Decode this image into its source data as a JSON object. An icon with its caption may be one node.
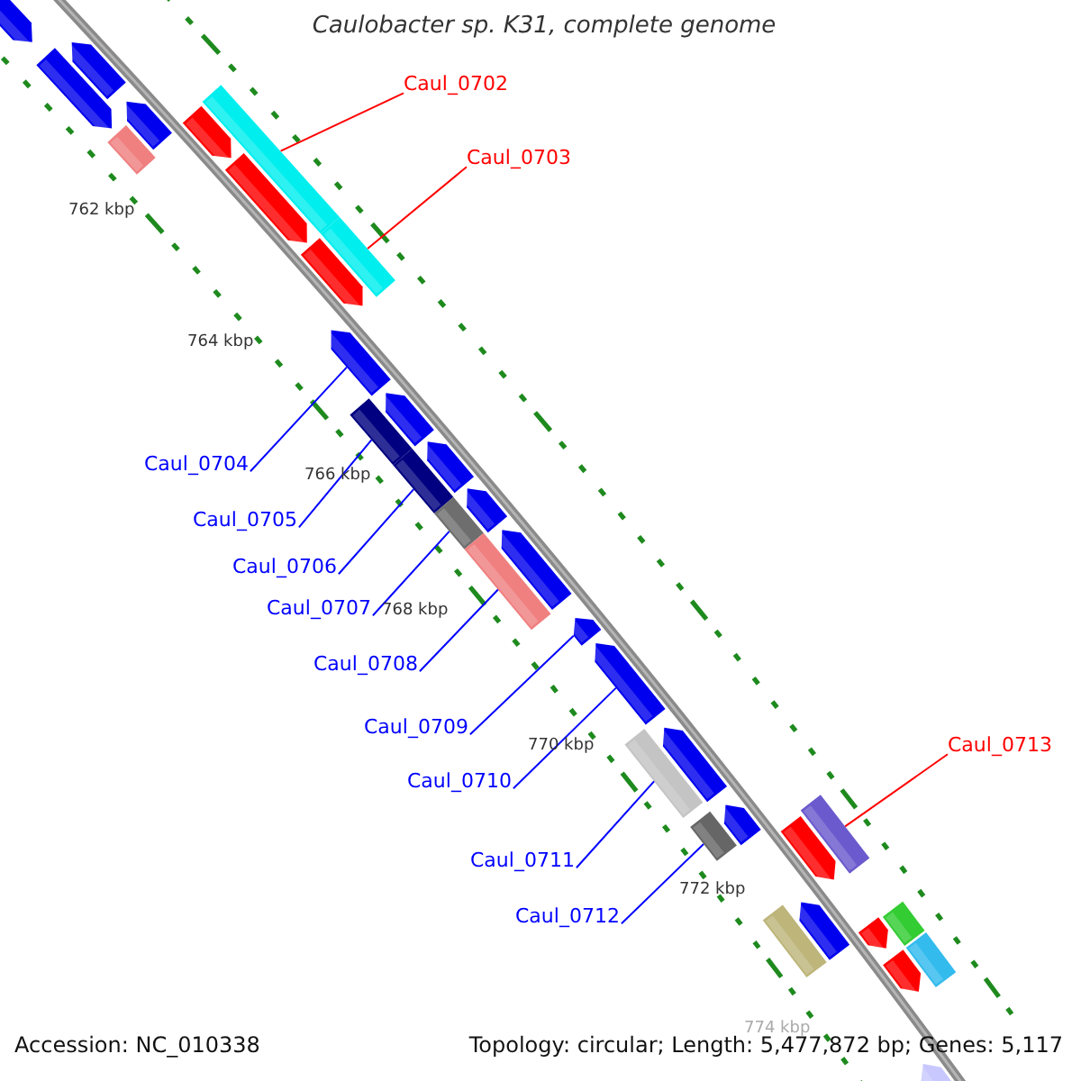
{
  "diagram": {
    "title": "Caulobacter sp. K31, complete genome",
    "nodes": [
      {
        "text": [
          "Caul_0702"
        ]
      },
      {
        "text": [
          "Caul_0703"
        ]
      },
      {
        "text": [
          "Caul_0704"
        ]
      },
      {
        "text": [
          "Caul_0705"
        ]
      },
      {
        "text": [
          "Caul_0706"
        ]
      },
      {
        "text": [
          "Caul_0707"
        ]
      },
      {
        "text": [
          "Caul_0708"
        ]
      },
      {
        "text": [
          "Caul_0709"
        ]
      },
      {
        "text": [
          "Caul_0710"
        ]
      },
      {
        "text": [
          "Caul_0711"
        ]
      },
      {
        "text": [
          "Caul_0712"
        ]
      },
      {
        "text": [
          "Caul_0713"
        ]
      },
      {
        "text": [],
        "shape": "pentagon"
      },
      {
        "text": [],
        "shape": "pentagon"
      },
      {
        "text": [],
        "shape": "pentagon"
      },
      {
        "text": [],
        "shape": "box"
      },
      {
        "text": [],
        "shape": "pentagon"
      },
      {
        "text": [],
        "shape": "pentagon"
      },
      {
        "text": [],
        "shape": "box"
      },
      {
        "text": [],
        "shape": "pentagon"
      },
      {
        "text": [],
        "shape": "box"
      },
      {
        "text": [],
        "shape": "pentagon"
      },
      {
        "text": [],
        "shape": "pentagon"
      },
      {
        "text": [],
        "shape": "pentagon"
      },
      {
        "text": [],
        "shape": "box"
      },
      {
        "text": [],
        "shape": "pentagon"
      },
      {
        "text": [],
        "shape": "box"
      },
      {
        "text": [],
        "shape": "pentagon"
      },
      {
        "text": [],
        "shape": "box"
      },
      {
        "text": [],
        "shape": "pentagon"
      },
      {
        "text": [],
        "shape": "box"
      },
      {
        "text": [],
        "shape": "pentagon"
      },
      {
        "text": [],
        "shape": "pentagon"
      },
      {
        "text": [],
        "shape": "pentagon"
      },
      {
        "text": [],
        "shape": "box"
      },
      {
        "text": [],
        "shape": "box"
      },
      {
        "text": [],
        "shape": "pentagon"
      },
      {
        "text": [],
        "shape": "box"
      },
      {
        "text": [],
        "shape": "pentagon"
      },
      {
        "text": [],
        "shape": "pentagon"
      },
      {
        "text": [],
        "shape": "box"
      },
      {
        "text": [],
        "shape": "box"
      },
      {
        "text": [],
        "shape": "pentagon"
      },
      {
        "text": [],
        "shape": "box"
      },
      {
        "text": [],
        "shape": "pentagon"
      },
      {
        "text": [],
        "shape": "pentagon"
      }
    ],
    "edges": [
      {
        "from": 0,
        "to": 15,
        "arrow": "none",
        "color": "#ff0000"
      },
      {
        "from": 1,
        "to": 20,
        "arrow": "none",
        "color": "#ff0000"
      },
      {
        "from": 2,
        "to": 22,
        "arrow": "none"
      },
      {
        "from": 3,
        "to": 24,
        "arrow": "none"
      },
      {
        "from": 4,
        "to": 26,
        "arrow": "none"
      },
      {
        "from": 5,
        "to": 28,
        "arrow": "none"
      },
      {
        "from": 6,
        "to": 30,
        "arrow": "none"
      },
      {
        "from": 7,
        "to": 31,
        "arrow": "none"
      },
      {
        "from": 8,
        "to": 32,
        "arrow": "none"
      },
      {
        "from": 9,
        "to": 34,
        "arrow": "none"
      },
      {
        "from": 10,
        "to": 37,
        "arrow": "none"
      },
      {
        "from": 11,
        "to": 35,
        "arrow": "none",
        "color": "#ff0000"
      }
    ],
    "labels": [
      "762 kbp",
      "764 kbp",
      "766 kbp",
      "768 kbp",
      "770 kbp",
      "772 kbp",
      "774 kbp",
      "Accession: NC_010338",
      "Topology: circular; Length: 5,477,872 bp; Genes: 5,117"
    ]
  }
}
